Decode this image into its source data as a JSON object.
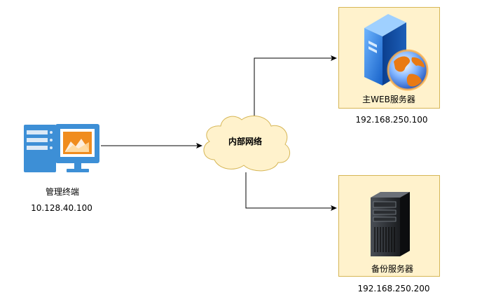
{
  "nodes": {
    "terminal": {
      "name": "管理终端",
      "ip": "10.128.40.100",
      "icon": "desktop-computer-icon"
    },
    "network": {
      "name": "内部网络",
      "icon": "cloud-shape"
    },
    "web_server": {
      "name": "主WEB服务器",
      "ip": "192.168.250.100",
      "icon": "web-server-globe-icon"
    },
    "backup_server": {
      "name": "备份服务器",
      "ip": "192.168.250.200",
      "icon": "tower-server-icon"
    }
  },
  "edges": [
    {
      "from": "terminal",
      "to": "network"
    },
    {
      "from": "network",
      "to": "web_server"
    },
    {
      "from": "network",
      "to": "backup_server"
    }
  ],
  "colors": {
    "box_fill": "#fff2cc",
    "box_stroke": "#d6b656",
    "cloud_fill": "#fff2cc",
    "line": "#000000",
    "terminal_blue": "#3d8fd6",
    "screen_orange": "#f08c1e"
  }
}
